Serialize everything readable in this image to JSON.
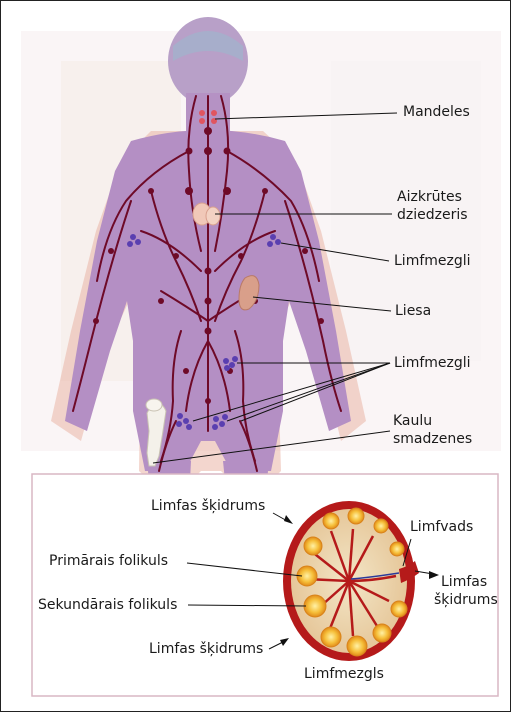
{
  "colors": {
    "body": "#b48fc4",
    "body_shadow": "#e7a99a",
    "vessel": "#6e0a28",
    "node": "#5a3fb0",
    "thymus": "#f1c8b8",
    "spleen": "#d99f8a",
    "inset_border": "#d9b7c4",
    "lymph_outer": "#b51a1a",
    "follicle": "#f0a82a"
  },
  "labels": {
    "tonsils": "Mandeles",
    "thymus_line1": "Aizkrūtes",
    "thymus_line2": "dziedzeris",
    "lymph_nodes_upper": "Limfmezgli",
    "spleen": "Liesa",
    "lymph_nodes_lower": "Limfmezgli",
    "marrow_line1": "Kaulu",
    "marrow_line2": "smadzenes"
  },
  "inset": {
    "lymph_fluid_in_top": "Limfas šķidrums",
    "lymph_fluid_in_bottom": "Limfas šķidrums",
    "primary_follicle": "Primārais folikuls",
    "secondary_follicle": "Sekundārais folikuls",
    "lymph_vessel": "Limfvads",
    "lymph_fluid_out_line1": "Limfas",
    "lymph_fluid_out_line2": "šķidrums",
    "lymph_node_title": "Limfmezgls"
  }
}
